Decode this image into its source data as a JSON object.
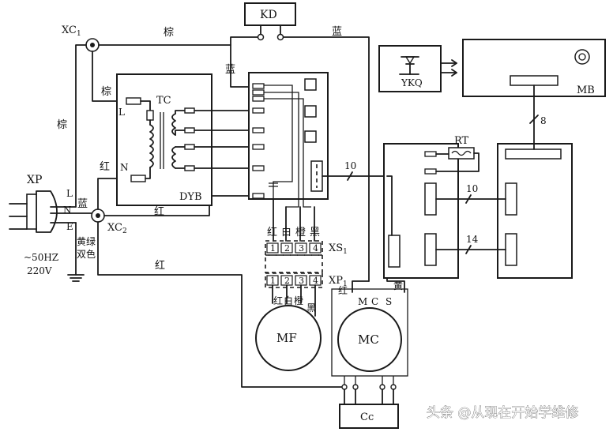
{
  "components": {
    "kd": "KD",
    "xc1": "XC",
    "xc1_sub": "1",
    "xc2": "XC",
    "xc2_sub": "2",
    "xp": "XP",
    "tc": "TC",
    "dyb": "DYB",
    "ykq": "YKQ",
    "mb": "MB",
    "rt": "RT",
    "xs1": "XS",
    "xs1_sub": "1",
    "xp1": "XP",
    "xp1_sub": "1",
    "mf": "MF",
    "mc": "MC",
    "cc": "Cc"
  },
  "terminals": {
    "plug_l": "L",
    "plug_n": "N",
    "plug_e": "E",
    "tc_l": "L",
    "tc_n": "N",
    "mc_m": "M",
    "mc_c": "C",
    "mc_s": "S"
  },
  "wire_colors": {
    "brown": "棕",
    "blue": "蓝",
    "red": "红",
    "white": "白",
    "orange": "橙",
    "black": "黑",
    "yellow": "黄",
    "yellow_green_1": "黄绿",
    "yellow_green_2": "双色"
  },
  "power": {
    "freq": "~50HZ",
    "volt": "220V"
  },
  "pins": [
    "1",
    "2",
    "3",
    "4"
  ],
  "bus_counts": {
    "bus_a": "10",
    "bus_b": "10",
    "bus_c": "14",
    "bus_d": "8"
  },
  "watermark": "头条 @从现在开始学维修"
}
